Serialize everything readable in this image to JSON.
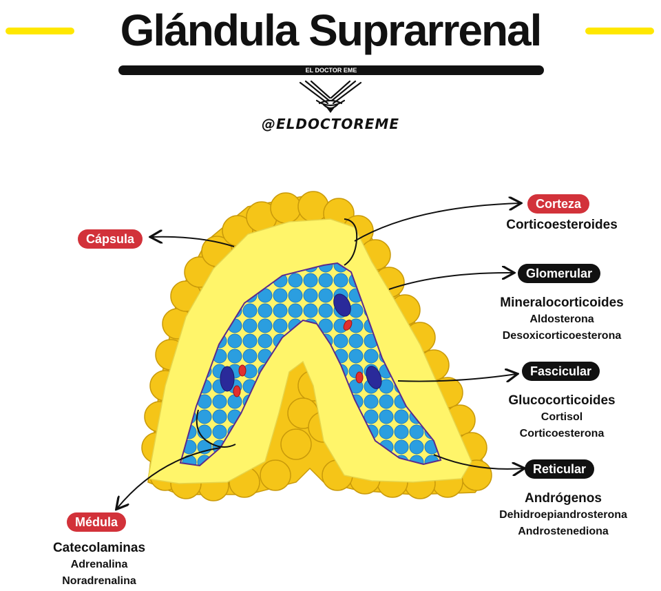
{
  "header": {
    "title": "Glándula Suprarrenal",
    "brand_bar": "EL DOCTOR EME",
    "handle": "@ELDOCTOREME",
    "accent": "#ffe700"
  },
  "labels": {
    "capsula": "Cápsula",
    "corteza": {
      "name": "Corteza",
      "line1": "Corticoesteroides"
    },
    "glomerular": {
      "name": "Glomerular",
      "line1": "Mineralocorticoides",
      "line2": "Aldosterona",
      "line3": "Desoxicorticoesterona"
    },
    "fascicular": {
      "name": "Fascicular",
      "line1": "Glucocorticoides",
      "line2": "Cortisol",
      "line3": "Corticoesterona"
    },
    "reticular": {
      "name": "Reticular",
      "line1": "Andrógenos",
      "line2": "Dehidroepiandrosterona",
      "line3": "Androstenediona"
    },
    "medula": {
      "name": "Médula",
      "line1": "Catecolaminas",
      "line2": "Adrenalina",
      "line3": "Noradrenalina"
    }
  },
  "colors": {
    "capsule": "#f5c518",
    "cortex": "#fff56a",
    "medulla": "#2b9ee0",
    "label_red": "#d2323a",
    "label_black": "#111111"
  }
}
